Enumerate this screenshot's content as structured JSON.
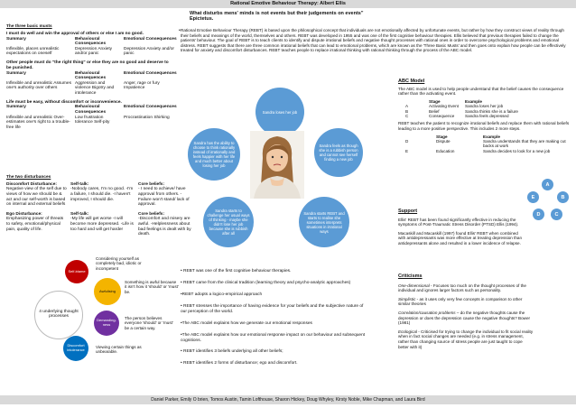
{
  "title": "Rational Emotive Behaviour Therapy: Albert Ellis",
  "footer": "Daniel Parker, Emily O brien, Tomos Austin, Tamin Lofthouse, Sharon Hickey, Doug Whyley, Kirsty Noble, Mike Chapman, and Laura Bird",
  "quote": "What disturbs mens' minds is not events but their judgements on events\" Epictetus.",
  "intro": "Rational Emotive Behaviour Therapy (REBT) is based upon the philosophical concept that individuals are not emotionally affected by unfortunate events, but rather by how they construct views of reality through their beliefs and meanings of the world, themselves and others. REBT was developed in 1955 and was one of the first cognitive behaviour therapies. Ellis believed that previous therapies failed to change the patients' behaviour. The goal of REBT is to teach clients to identify and dispute irrational beliefs and negative thought processes with rational ones in order to overcome psychological problems and emotional distress. REBT suggests that there are three common irrational beliefs that can lead to emotional problems, which are known as the 'Three Basic Musts' and then goes onto explain how people can be effectively treated for anxiety and discomfort disturbances. REBT teaches people to replace irrational thinking with rational thinking through the process of the ABC model.",
  "musts": {
    "heading": "The three basic musts",
    "m1_title": "I must do well and win the approval of others or else I am no good.",
    "m1_cols": [
      "Summary",
      "Behavioural Consequences",
      "Emotional Consequences"
    ],
    "m1_vals": [
      "Inflexible, places unrealistic expectations on oneself",
      "Depression Anxiety and/or panic",
      "Depression Anxiety and/or panic"
    ],
    "m2_title": "Other people must do \"the right thing\" or else they are no good and deserve to be punished.",
    "m2_cols": [
      "Summary",
      "Behavioural Consequences",
      "Emotional Consequences"
    ],
    "m2_vals": [
      "Inflexible and unrealistic Assumes one's authority over others",
      "Aggression and violence Bigotry and intolerance",
      "Anger, rage or fury Impatience"
    ],
    "m3_title": "Life must be easy, without discomfort or inconvenience.",
    "m3_cols": [
      "Summary",
      "Behavioural Consequences",
      "Emotional Consequences"
    ],
    "m3_vals": [
      "Inflexible and unrealistic Over-estimates one's right to a trouble-free life",
      "Low frustration tolerance Self-pity",
      "Procrastination Shirking"
    ]
  },
  "disturb": {
    "heading": "The two disturbances",
    "d1_title": "Discomfort Disturbance:",
    "d1_text": "Negative view of the self due to views of how we should be & act and our self-worth is based on internal and external beliefs",
    "d1_selftalk_h": "Self-talk:",
    "d1_selftalk": "-Nobody cares, I'm no good. -I'm a failure, I should die. -I haven't improved, I should die.",
    "d1_core_h": "Core beliefs:",
    "d1_core": "- I need to achieve/ have approval from others. - Failure won't stand/ lack of approval.",
    "d2_title": "Ego Disturbance:",
    "d2_text": "Emphasizing power of threats to safety, emotional/physical pain, quality of life.",
    "d2_selftalk_h": "Self-talk:",
    "d2_selftalk": "-My life will get worse -I will become more depressed. -Life is too hard and will get harder",
    "d2_core_h": "Core beliefs:",
    "d2_core": "-Discomfort and misery are awful. -Helplessness about bad feelings is dealt with by death."
  },
  "processes": {
    "center": "4 underlying thought processes",
    "items": [
      "Self-blame",
      "Awfulising",
      "Demanding-ness",
      "Discomfort intolerance"
    ],
    "descs": [
      "Considering yourself as completely bad, idiotic or incompetent",
      "Something is awful because it isn't how it 'should' or 'must' be.",
      "The person believes everyone 'should' or 'must' be a certain way.",
      "Viewing certain things as unbearable."
    ]
  },
  "cycle": {
    "top": "Sandra loses her job",
    "right": "Sandra feels as though she is a rubbish person and cannot see herself finding a new job",
    "bottom_right": "Sandra starts REBT and starts to realise she sometimes interprets situations in irrational ways",
    "bottom_left": "Sandra starts to challenge her usual ways of thinking - maybe she didn't lose her job because she is rubbish after all",
    "left": "Sandra has the ability to choose to think rationally instead of irrationally and feels happier with her life and much better about losing her job"
  },
  "points": [
    "• REBT was one of the first cognitive behaviour therapies.",
    "• REBT came from the clinical tradition (learning theory and psycho-analytic approaches)",
    "•REBT adopts a logico-empirical approach",
    "• REBT stresses the importance of having evidence for your beliefs and the subjective nature of our perception of the world.",
    "•The ABC model explains how we generate our emotional responses",
    "•The ABC model explains how our emotional response impact on our behaviour and subsequent cognitions.",
    "• REBT identifies 3 beliefs underlying all other beliefs;",
    "• REBT identifies 2 forms of disturbance; ego and discomfort."
  ],
  "abc": {
    "heading": "ABC Model",
    "intro": "The ABC model is used to help people understand that the belief causes the consequence rather than the activating event.",
    "head": [
      "Stage",
      "Example"
    ],
    "rows": [
      [
        "A",
        "Activating Event",
        "Sandra loses her job"
      ],
      [
        "B",
        "Belief",
        "Sandra thinks she is a failure"
      ],
      [
        "C",
        "Consequence",
        "Sandra feels depressed"
      ]
    ],
    "de_intro": "REBT teaches the patient to recognize irrational beliefs and replace them with rational beliefs leading to a more positive perspective. This includes 2 more steps.",
    "rows2": [
      [
        "D",
        "Dispute",
        "Sandra understands that they are making cut backs at work"
      ],
      [
        "E",
        "Education",
        "Sandra decides to look for a new job"
      ]
    ],
    "letters": [
      "A",
      "B",
      "C",
      "D",
      "E"
    ]
  },
  "support": {
    "heading": "Support",
    "p1": "Ellis' REBT has been found significantly effective in reducing the symptoms of Post-Traumatic Stress Disorder (PTSD) Ellis (1994).",
    "p2": "Macaskill and Macaskill (1997) found Ellis' REBT when combined with antidepressants was more effective at treating depression than antidepressants alone and resulted in a lower incidence of relapse."
  },
  "criticisms": {
    "heading": "Criticisms",
    "c1_h": "One-dimensional",
    "c1": " - Focuses too much on the thought processes of the individual and ignores larger factors such as personality.",
    "c2_h": "Simplistic",
    "c2": " - as it uses only very few concepts in comparison to other similar theories",
    "c3_h": "Correlation/causation problems",
    "c3": " – do the negative thoughts cause the depression or does the depression cause the negative thoughts? Bower (1981)",
    "c4_h": "Ecological",
    "c4": " - Criticised for trying to change the individual to fit social reality when in fact social changes are needed (e.g. in stress management, rather than changing source of stress people are just taught to cope better with it)"
  }
}
